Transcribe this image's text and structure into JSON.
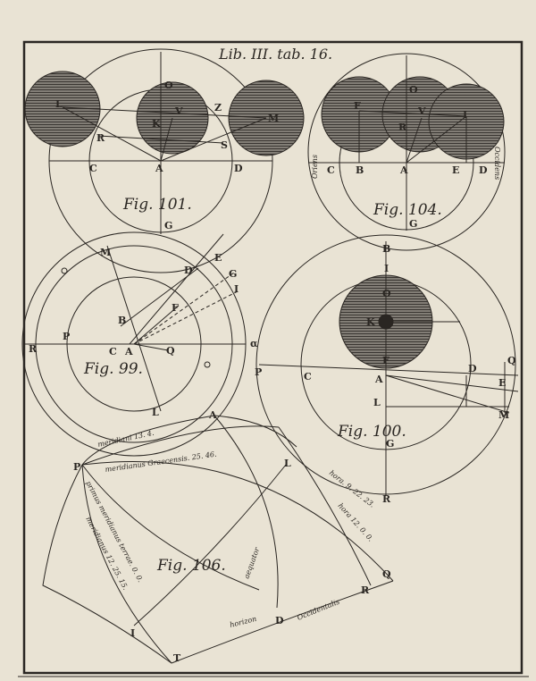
{
  "page": {
    "title": "Lib. III. tab. 16.",
    "colors": {
      "paper": "#e9e3d4",
      "ink": "#2a2622",
      "shade": "#6b6560"
    }
  },
  "figures": {
    "fig101": {
      "caption": "Fig. 101.",
      "labels": [
        "L",
        "K",
        "V",
        "O",
        "M",
        "R",
        "S",
        "C",
        "A",
        "D",
        "G",
        "Z"
      ]
    },
    "fig104": {
      "caption": "Fig. 104.",
      "labels": [
        "F",
        "O",
        "V",
        "I",
        "R",
        "C",
        "B",
        "A",
        "E",
        "D",
        "G"
      ],
      "side_left": "Oriens",
      "side_right": "Occidens"
    },
    "fig99": {
      "caption": "Fig. 99.",
      "labels": [
        "M",
        "D",
        "E",
        "G",
        "I",
        "F",
        "B",
        "P",
        "C",
        "A",
        "Q",
        "R",
        "L",
        "α"
      ]
    },
    "fig100": {
      "caption": "Fig. 100.",
      "labels": [
        "B",
        "I",
        "O",
        "K",
        "F",
        "D",
        "Q",
        "P",
        "C",
        "A",
        "E",
        "L",
        "M",
        "G",
        "R"
      ]
    },
    "fig106": {
      "caption": "Fig. 106.",
      "labels": [
        "A",
        "P",
        "L",
        "Q",
        "R",
        "D",
        "I",
        "T"
      ],
      "texts": {
        "meridian_top": "meridiani 13. 4.",
        "meridian_graecus": "meridianus Graecensis. 25. 46.",
        "primus": "primus meridianus terrae. 0. 0.",
        "meridian_lower": "meridianus 12. 25. 15.",
        "aequator": "aequator",
        "hora1": "hora. 9. 22. 23.",
        "hora2": "hora 12. 0. 0.",
        "horizon": "horizon",
        "occidentalis": "Occidentalis"
      }
    }
  }
}
